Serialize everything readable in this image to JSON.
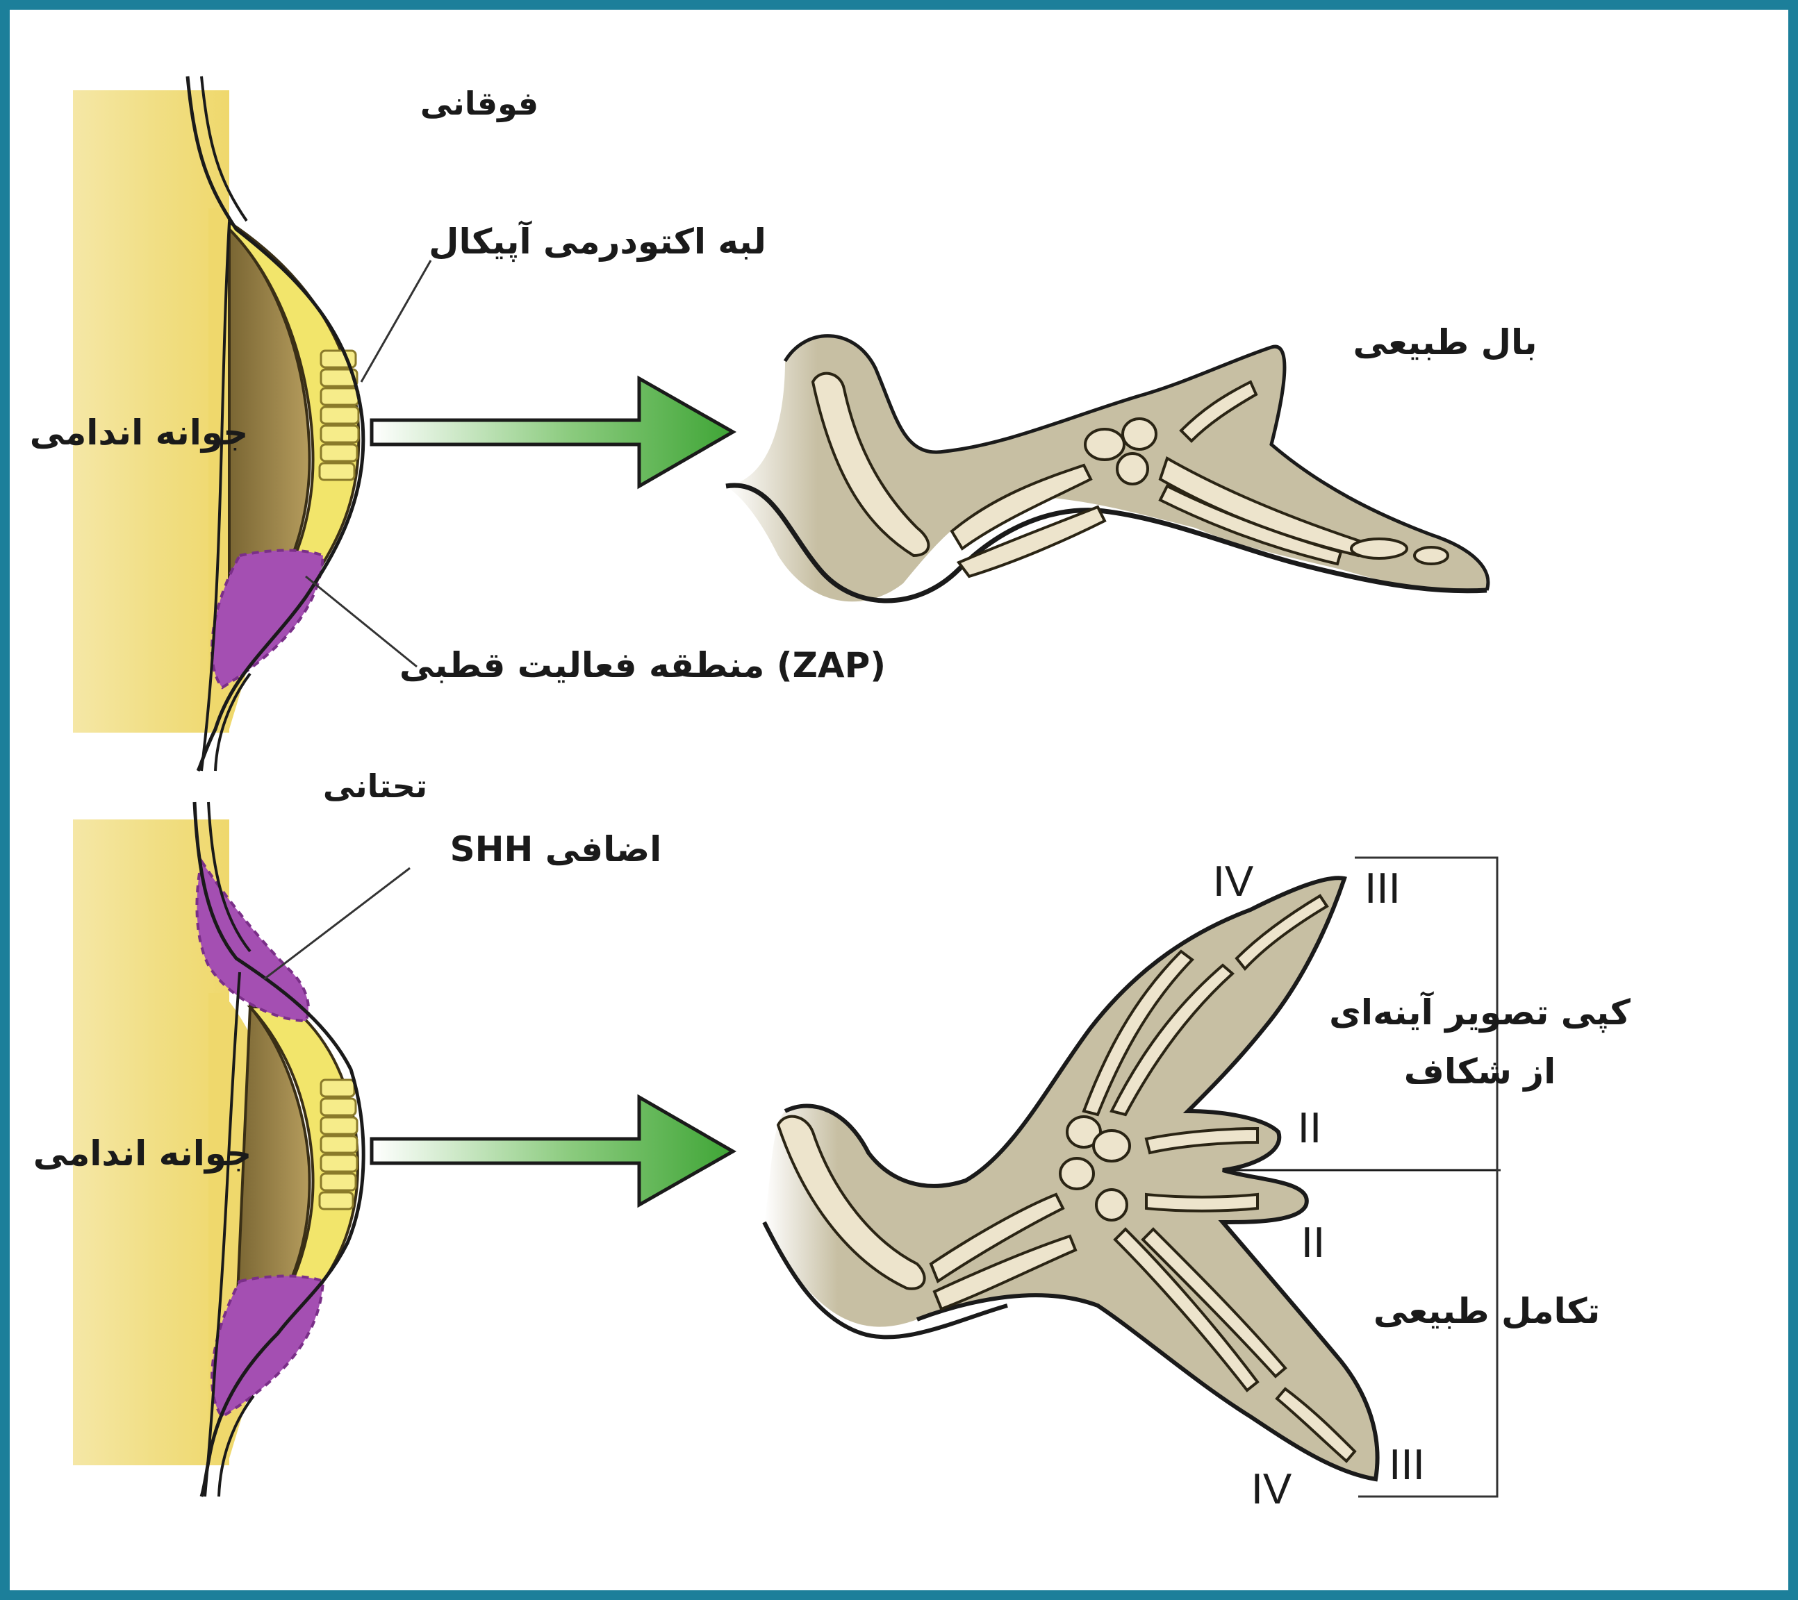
{
  "labels": {
    "dorsal": "فوقانی",
    "aer": "لبه اکتودرمی آپیکال",
    "limb_bud_top": "جوانه اندامی",
    "normal_wing": "بال طبیعی",
    "zpa": "منطقه فعالیت قطبی (ZAP)",
    "ventral": "تحتانی",
    "extra_shh": "SHH اضافی",
    "limb_bud_bottom": "جوانه اندامی",
    "mirror_copy_line1": "کپی تصویر آینه‌ای",
    "mirror_copy_line2": "از شکاف",
    "normal_development": "تکامل طبیعی"
  },
  "digits": {
    "top_iv": "IV",
    "top_iii": "III",
    "upper_ii": "II",
    "lower_ii": "II",
    "bottom_iii": "III",
    "bottom_iv": "IV"
  },
  "colors": {
    "frame": "#1c7f9a",
    "yolk": "#f1df86",
    "ectoderm": "#f2e56b",
    "mesoderm": "#9b8346",
    "zpa": "#a44fb2",
    "arrow_green": "#43ab3b",
    "wing_tissue": "#c7bfa3",
    "bone": "#ede4cc"
  }
}
